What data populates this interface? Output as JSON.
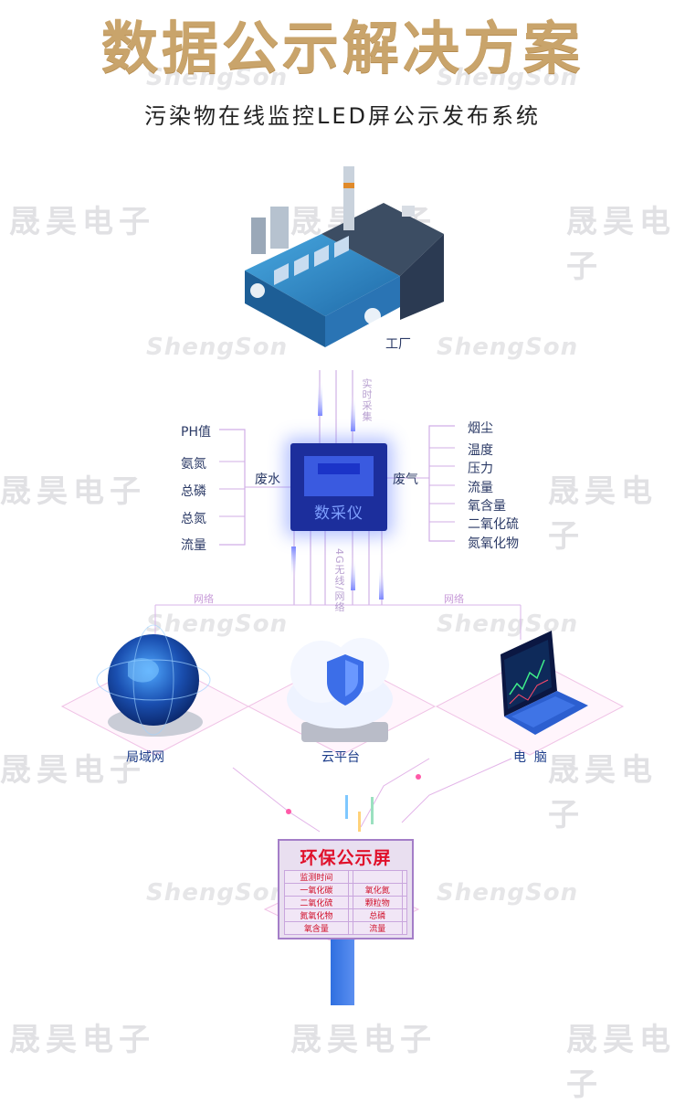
{
  "header": {
    "title": "数据公示解决方案",
    "subtitle": "污染物在线监控LED屏公示发布系统"
  },
  "watermarks": {
    "cn": "晟昊电子",
    "en": "ShengSon"
  },
  "factory": {
    "label": "工厂",
    "flow_label": "实时采集"
  },
  "device": {
    "label": "数采仪",
    "downlink_label": "4G无线/网络"
  },
  "wastewater": {
    "group_label": "废水",
    "items": [
      "PH值",
      "氨氮",
      "总磷",
      "总氮",
      "流量"
    ]
  },
  "exhaust": {
    "group_label": "废气",
    "items": [
      "烟尘",
      "温度",
      "压力",
      "流量",
      "氧含量",
      "二氧化硫",
      "氮氧化物"
    ]
  },
  "network": {
    "left_label": "网络",
    "right_label": "网络",
    "nodes": [
      {
        "label": "局域网",
        "icon": "globe-icon"
      },
      {
        "label": "云平台",
        "icon": "cloud-shield-icon"
      },
      {
        "label": "电  脑",
        "icon": "laptop-icon"
      }
    ]
  },
  "led_sign": {
    "title": "环保公示屏",
    "rows": [
      [
        "监测时间",
        "",
        "",
        ""
      ],
      [
        "一氧化碳",
        "",
        "氧化氮",
        ""
      ],
      [
        "二氧化硫",
        "",
        "颗粒物",
        ""
      ],
      [
        "氮氧化物",
        "",
        "总磷",
        ""
      ],
      [
        "氧含量",
        "",
        "流量",
        ""
      ]
    ]
  },
  "colors": {
    "title_gold": "#c9a46b",
    "device_blue": "#1c2e9c",
    "line_purple": "#c7a3e0",
    "led_red": "#e0102a"
  }
}
